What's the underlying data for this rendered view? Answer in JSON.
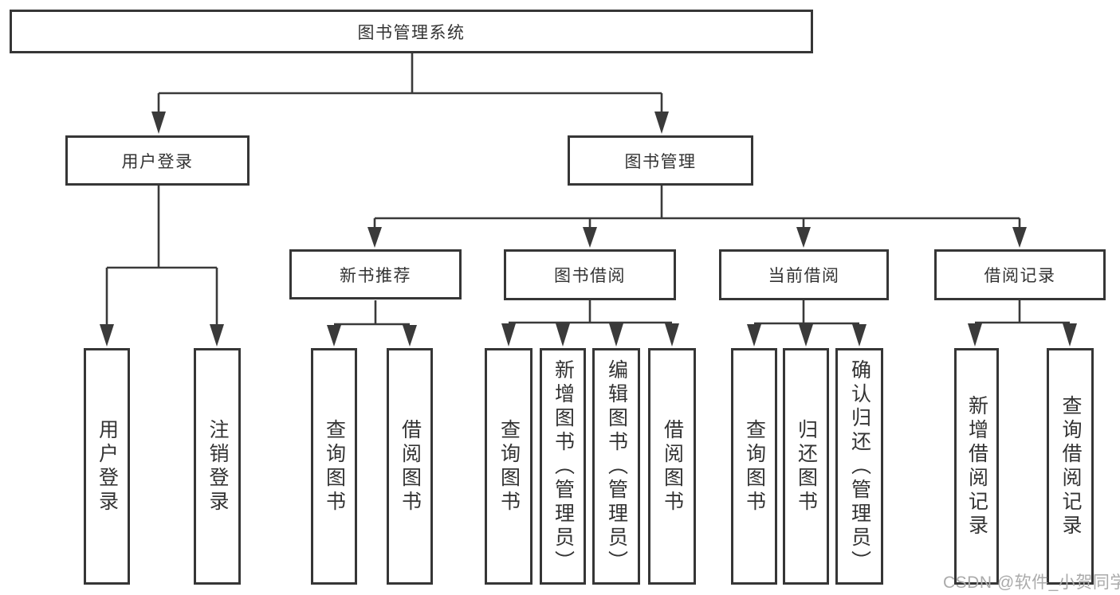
{
  "colors": {
    "line": "#3a3a3a",
    "box-border": "#363636",
    "text": "#333333",
    "watermark": "#aaaaaa",
    "bg": "#ffffff"
  },
  "watermark": "CSDN @软件_小贺同学",
  "tree": {
    "root": {
      "label": "图书管理系统",
      "children": [
        {
          "label": "用户登录",
          "children": [
            {
              "label": "用户登录"
            },
            {
              "label": "注销登录"
            }
          ]
        },
        {
          "label": "图书管理",
          "children": [
            {
              "label": "新书推荐",
              "children": [
                {
                  "label": "查询图书"
                },
                {
                  "label": "借阅图书"
                }
              ]
            },
            {
              "label": "图书借阅",
              "children": [
                {
                  "label": "查询图书"
                },
                {
                  "label": "新增图书（管理员）"
                },
                {
                  "label": "编辑图书（管理员）"
                },
                {
                  "label": "借阅图书"
                }
              ]
            },
            {
              "label": "当前借阅",
              "children": [
                {
                  "label": "查询图书"
                },
                {
                  "label": "归还图书"
                },
                {
                  "label": "确认归还（管理员）"
                }
              ]
            },
            {
              "label": "借阅记录",
              "children": [
                {
                  "label": "新增借阅记录"
                },
                {
                  "label": "查询借阅记录"
                }
              ]
            }
          ]
        }
      ]
    }
  }
}
